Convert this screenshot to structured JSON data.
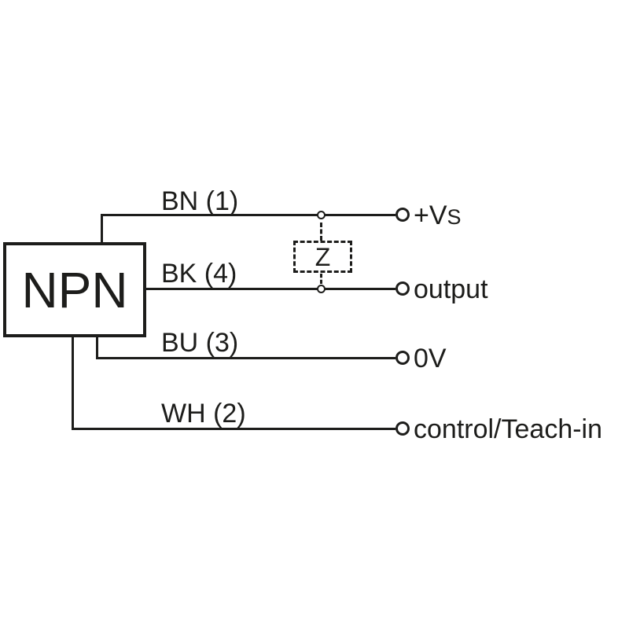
{
  "colors": {
    "line": "#1d1d1b",
    "background": "#ffffff"
  },
  "diagram": {
    "device_label": "NPN",
    "impedance_label": "Z",
    "wires": [
      {
        "id": "bn",
        "label": "BN (1)",
        "terminal_label": "+V",
        "terminal_label_small": "S"
      },
      {
        "id": "bk",
        "label": "BK (4)",
        "terminal_label": "output",
        "terminal_label_small": ""
      },
      {
        "id": "bu",
        "label": "BU (3)",
        "terminal_label": "0V",
        "terminal_label_small": ""
      },
      {
        "id": "wh",
        "label": "WH (2)",
        "terminal_label": "control/Teach-in",
        "terminal_label_small": ""
      }
    ]
  }
}
